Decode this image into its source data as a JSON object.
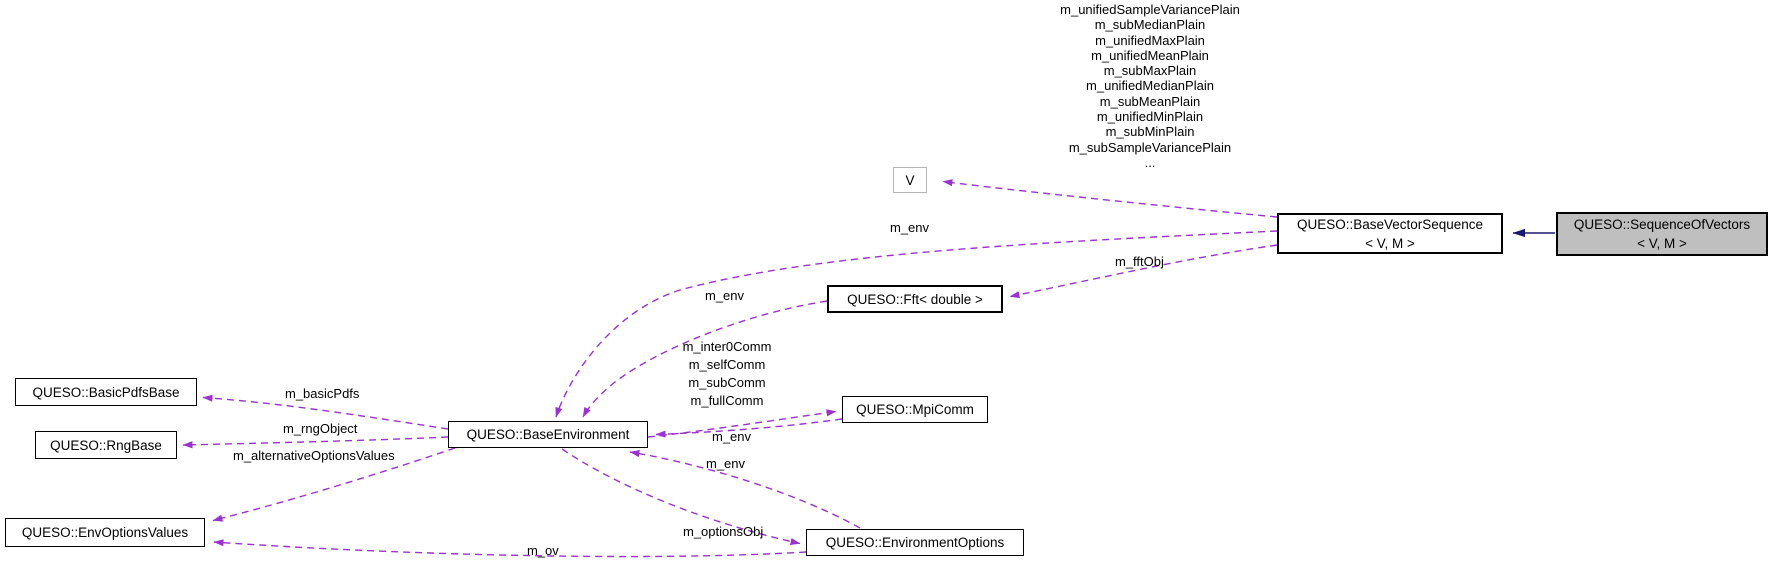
{
  "diagram": {
    "title": "QUESO collaboration graph",
    "colors": {
      "usage_edge": "#9a32cd",
      "inheritance_edge": "#191970",
      "node_border": "#000000",
      "current_node_fill": "#bfbfbf",
      "tparam_border": "#b4b4b4",
      "background": "#ffffff"
    },
    "top_member_labels": [
      "m_unifiedSampleVariancePlain",
      "m_subMedianPlain",
      "m_unifiedMaxPlain",
      "m_unifiedMeanPlain",
      "m_subMaxPlain",
      "m_unifiedMedianPlain",
      "m_subMeanPlain",
      "m_unifiedMinPlain",
      "m_subMinPlain",
      "m_subSampleVariancePlain",
      "..."
    ],
    "nodes": {
      "v": {
        "label": "V"
      },
      "base_vector_sequence": {
        "line1": "QUESO::BaseVectorSequence",
        "line2": "< V, M >"
      },
      "sequence_of_vectors": {
        "line1": "QUESO::SequenceOfVectors",
        "line2": "< V, M >"
      },
      "fft": {
        "label": "QUESO::Fft< double >"
      },
      "basic_pdfs_base": {
        "label": "QUESO::BasicPdfsBase"
      },
      "rng_base": {
        "label": "QUESO::RngBase"
      },
      "base_environment": {
        "label": "QUESO::BaseEnvironment"
      },
      "mpi_comm": {
        "label": "QUESO::MpiComm"
      },
      "env_options_values": {
        "label": "QUESO::EnvOptionsValues"
      },
      "environment_options": {
        "label": "QUESO::EnvironmentOptions"
      }
    },
    "edge_labels": {
      "env_from_base_vector_sequence": "m_env",
      "fft_obj": "m_fftObj",
      "env_from_fft": "m_env",
      "basic_pdfs": "m_basicPdfs",
      "rng_object": "m_rngObject",
      "alternative_options_values": "m_alternativeOptionsValues",
      "comm_stack": [
        "m_inter0Comm",
        "m_selfComm",
        "m_subComm",
        "m_fullComm"
      ],
      "env_from_mpi_comm": "m_env",
      "env_from_environment_options": "m_env",
      "options_obj": "m_optionsObj",
      "ov": "m_ov"
    }
  }
}
